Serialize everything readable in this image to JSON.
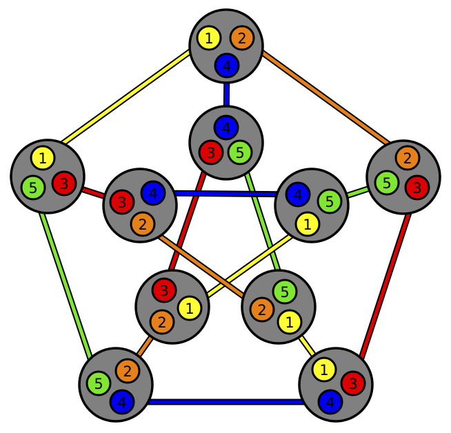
{
  "colors": {
    "1": "#ffff33",
    "2": "#e6801a",
    "3": "#dd0000",
    "4": "#0000ee",
    "5": "#80e633"
  },
  "nodes": [
    {
      "id": "outer-top",
      "ports": [
        "1",
        "2",
        "4"
      ]
    },
    {
      "id": "outer-right",
      "ports": [
        "2",
        "5",
        "3"
      ]
    },
    {
      "id": "outer-bottom-right",
      "ports": [
        "1",
        "3",
        "4"
      ]
    },
    {
      "id": "outer-bottom-left",
      "ports": [
        "2",
        "5",
        "4"
      ]
    },
    {
      "id": "outer-left",
      "ports": [
        "1",
        "3",
        "5"
      ]
    },
    {
      "id": "inner-top",
      "ports": [
        "4",
        "3",
        "5"
      ]
    },
    {
      "id": "inner-right",
      "ports": [
        "4",
        "5",
        "1"
      ]
    },
    {
      "id": "inner-bottom-right",
      "ports": [
        "5",
        "2",
        "1"
      ]
    },
    {
      "id": "inner-bottom-left",
      "ports": [
        "3",
        "1",
        "2"
      ]
    },
    {
      "id": "inner-left",
      "ports": [
        "4",
        "3",
        "2"
      ]
    }
  ],
  "edges": [
    {
      "from": "outer-top",
      "to": "outer-left",
      "label": "1"
    },
    {
      "from": "outer-top",
      "to": "outer-right",
      "label": "2"
    },
    {
      "from": "outer-top",
      "to": "inner-top",
      "label": "4"
    },
    {
      "from": "outer-right",
      "to": "inner-right",
      "label": "5"
    },
    {
      "from": "outer-right",
      "to": "outer-bottom-right",
      "label": "3"
    },
    {
      "from": "outer-bottom-right",
      "to": "inner-bottom-right",
      "label": "1"
    },
    {
      "from": "outer-bottom-right",
      "to": "outer-bottom-left",
      "label": "4"
    },
    {
      "from": "outer-bottom-left",
      "to": "inner-bottom-left",
      "label": "2"
    },
    {
      "from": "outer-bottom-left",
      "to": "outer-left",
      "label": "5"
    },
    {
      "from": "outer-left",
      "to": "inner-left",
      "label": "3"
    },
    {
      "from": "inner-top",
      "to": "inner-bottom-left",
      "label": "3"
    },
    {
      "from": "inner-top",
      "to": "inner-bottom-right",
      "label": "5"
    },
    {
      "from": "inner-right",
      "to": "inner-left",
      "label": "4"
    },
    {
      "from": "inner-right",
      "to": "inner-bottom-left",
      "label": "1"
    },
    {
      "from": "inner-left",
      "to": "inner-bottom-right",
      "label": "2"
    }
  ]
}
